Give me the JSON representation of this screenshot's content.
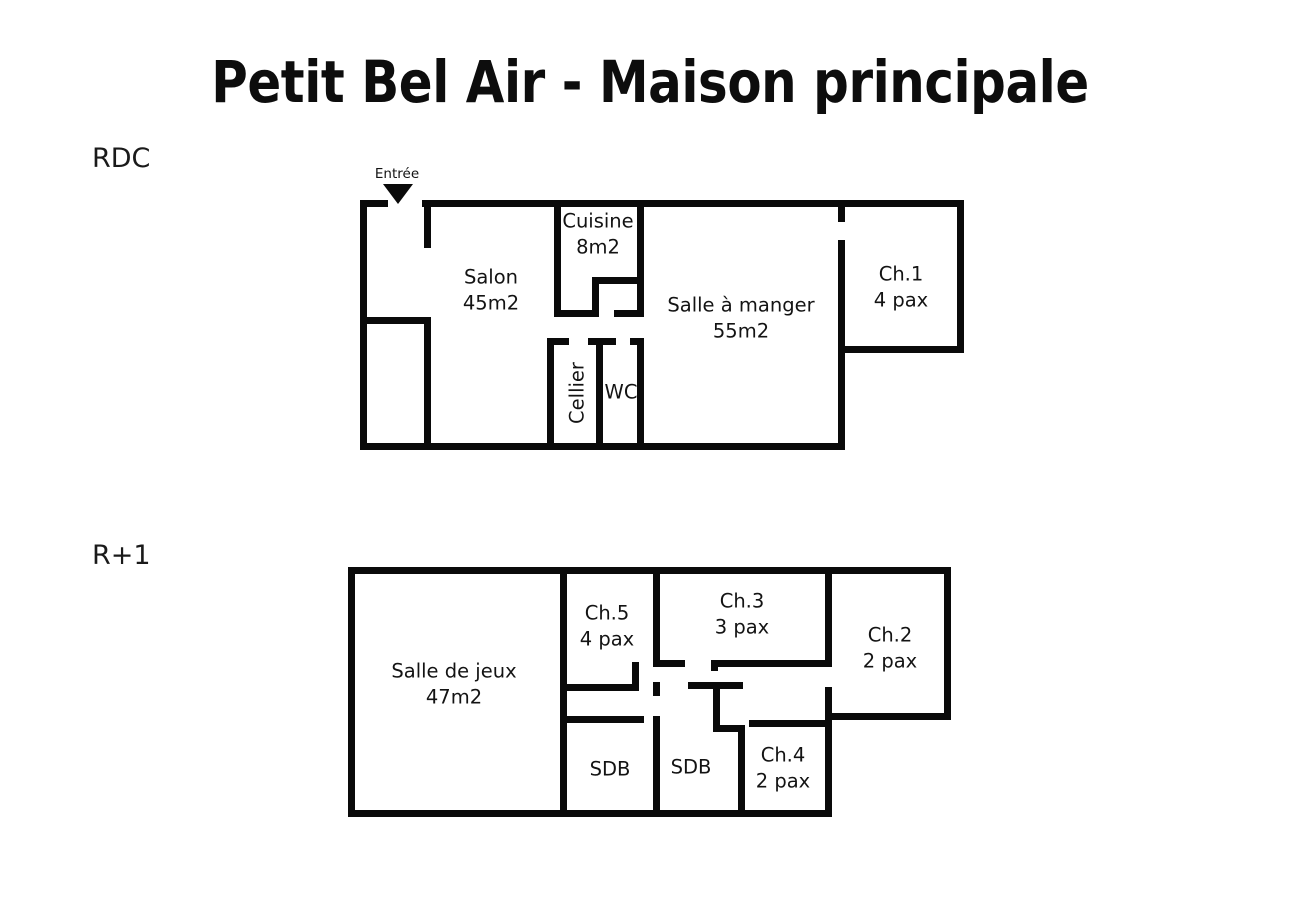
{
  "document": {
    "title": "Petit Bel Air - Maison principale",
    "ink_color": "#0a0a0a",
    "background_color": "#ffffff"
  },
  "floors": [
    {
      "id": "rdc",
      "label": "RDC",
      "annotation": {
        "entrance_label": "Entrée",
        "marker": "down-triangle-marker"
      },
      "rooms": [
        {
          "id": "salon",
          "name": "Salon",
          "area": "45m2",
          "capacity": null
        },
        {
          "id": "cuisine",
          "name": "Cuisine",
          "area": "8m2",
          "capacity": null
        },
        {
          "id": "cellier",
          "name": "Cellier",
          "area": null,
          "capacity": null,
          "orientation": "vertical"
        },
        {
          "id": "wc",
          "name": "WC",
          "area": null,
          "capacity": null
        },
        {
          "id": "salle-a-manger",
          "name": "Salle à manger",
          "area": "55m2",
          "capacity": null
        },
        {
          "id": "ch1",
          "name": "Ch.1",
          "area": null,
          "capacity": "4 pax"
        }
      ]
    },
    {
      "id": "r1",
      "label": "R+1",
      "annotation": {
        "entrance_label": null,
        "marker": null
      },
      "rooms": [
        {
          "id": "salle-de-jeux",
          "name": "Salle de jeux",
          "area": "47m2",
          "capacity": null
        },
        {
          "id": "ch5",
          "name": "Ch.5",
          "area": null,
          "capacity": "4 pax"
        },
        {
          "id": "ch3",
          "name": "Ch.3",
          "area": null,
          "capacity": "3 pax"
        },
        {
          "id": "ch2",
          "name": "Ch.2",
          "area": null,
          "capacity": "2 pax"
        },
        {
          "id": "sdb-left",
          "name": "SDB",
          "area": null,
          "capacity": null
        },
        {
          "id": "sdb-mid",
          "name": "SDB",
          "area": null,
          "capacity": null
        },
        {
          "id": "ch4",
          "name": "Ch.4",
          "area": null,
          "capacity": "2 pax"
        }
      ]
    }
  ]
}
